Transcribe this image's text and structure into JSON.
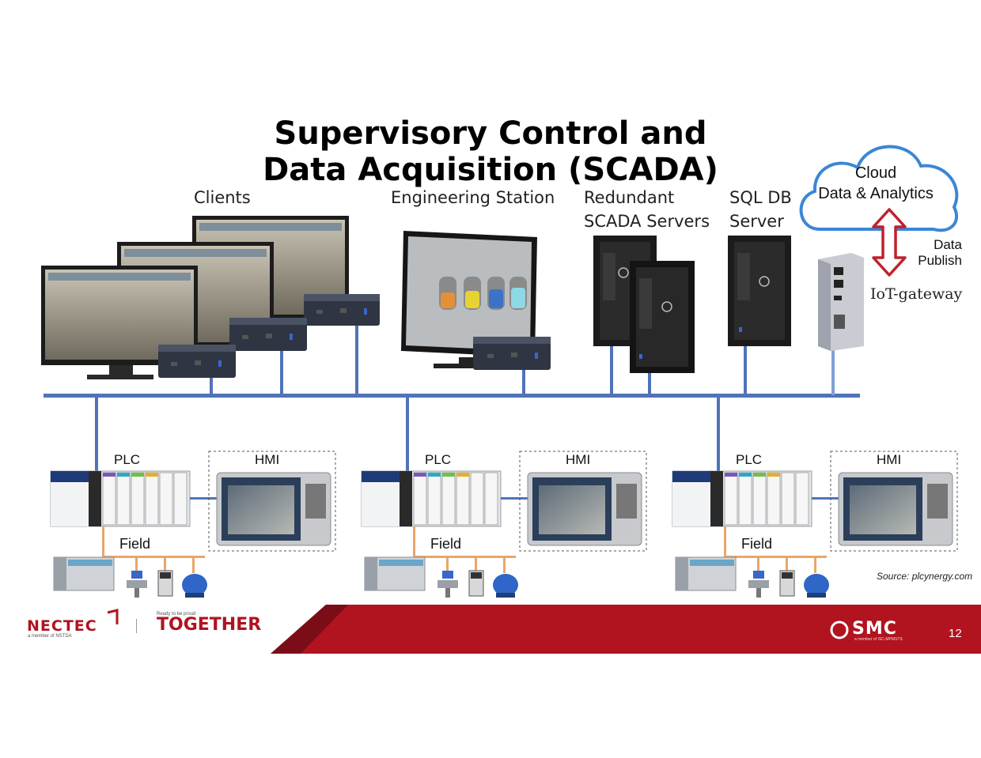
{
  "title": {
    "line1": "Supervisory Control and",
    "line2": "Data Acquisition (SCADA)"
  },
  "top_labels": {
    "clients": "Clients",
    "engineering_station": "Engineering Station",
    "redundant_line1": "Redundant",
    "redundant_line2": "SCADA Servers",
    "sqldb_line1": "SQL DB",
    "sqldb_line2": "Server",
    "cloud_line1": "Cloud",
    "cloud_line2": "Data & Analytics",
    "data_publish_line1": "Data",
    "data_publish_line2": "Publish",
    "iot_gateway": "IoT-gateway"
  },
  "field_groups": [
    {
      "plc": "PLC",
      "hmi": "HMI",
      "field": "Field"
    },
    {
      "plc": "PLC",
      "hmi": "HMI",
      "field": "Field"
    },
    {
      "plc": "PLC",
      "hmi": "HMI",
      "field": "Field"
    }
  ],
  "source": "Source: plcynergy.com",
  "footer": {
    "nectec": "NECTEC",
    "nectec_sub": "a member of NSTDA",
    "together": "TOGETHER",
    "together_sub": "Ready to be proud",
    "smc": "SMC",
    "smc_sub": "a member of ISC-MPMSTS",
    "page_number": "12"
  },
  "colors": {
    "bus": "#4f74b8",
    "hmi_link": "#4f74b8",
    "field_link": "#e8a76a",
    "footer_red": "#b1131f",
    "footer_dark": "#7a0d18",
    "cloud_outline": "#3a87d6",
    "arrow": "#c0202c"
  },
  "icons": [
    "monitor-icon",
    "mini-pc-icon",
    "tower-server-icon",
    "iot-gateway-icon",
    "cloud-icon",
    "plc-rack-icon",
    "hmi-panel-icon",
    "io-module-icon",
    "valve-icon",
    "drive-icon",
    "motor-icon"
  ]
}
